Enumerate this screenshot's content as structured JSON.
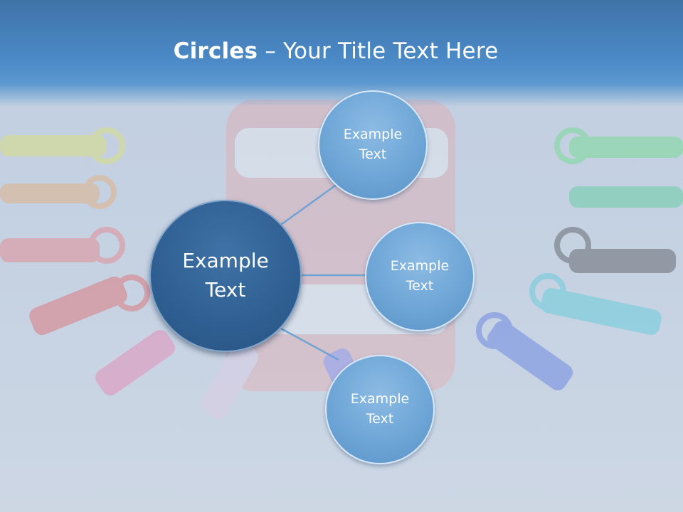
{
  "slide": {
    "title_bold": "Circles",
    "title_rest": " – Your Title Text Here",
    "center_circle": {
      "text": "Example\nText"
    },
    "outer_circles": [
      {
        "text": "Example\nText"
      },
      {
        "text": "Example\nText"
      },
      {
        "text": "Example\nText"
      }
    ]
  },
  "colors": {
    "header": "#4a89c6",
    "center_circle": "#2f5f92",
    "outer_circle": "#6ea6d7",
    "connector": "#6fa3d3"
  },
  "background_image": "faded photo of dental braces model with colored elastic ligature sticks"
}
